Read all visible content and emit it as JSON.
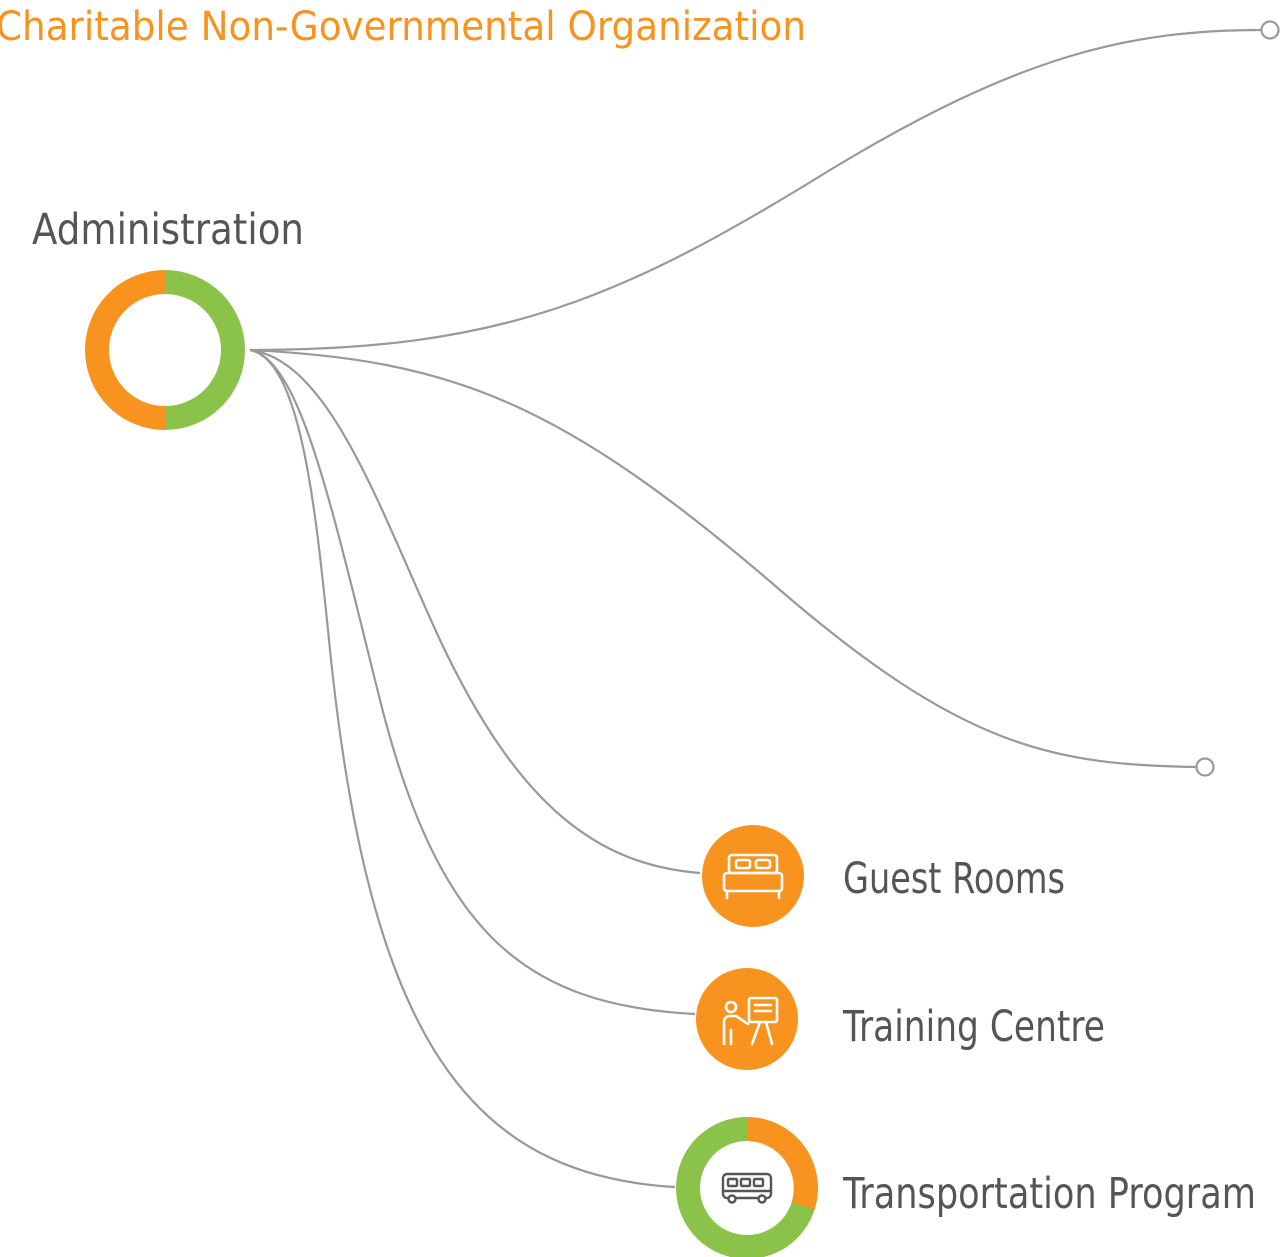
{
  "title": "Charitable Non-Governmental Organization",
  "root": {
    "label": "Administration",
    "ring_segments": [
      {
        "side": "right",
        "color": "#8bc34a"
      },
      {
        "side": "left",
        "color": "#f7931e"
      }
    ]
  },
  "branches": [
    {
      "label": "Guest Rooms",
      "icon": "bed-icon",
      "node_style": "filled",
      "color": "#f7931e"
    },
    {
      "label": "Training Centre",
      "icon": "presentation-icon",
      "node_style": "filled",
      "color": "#f7931e"
    },
    {
      "label": "Transportation Program",
      "icon": "bus-icon",
      "node_style": "ring",
      "color": "#f7931e",
      "ring_progress": 0.3,
      "ring_secondary_color": "#8bc34a"
    }
  ],
  "colors": {
    "accent_orange": "#f7931e",
    "accent_green": "#8bc34a",
    "line": "#999999",
    "text": "#555555"
  }
}
